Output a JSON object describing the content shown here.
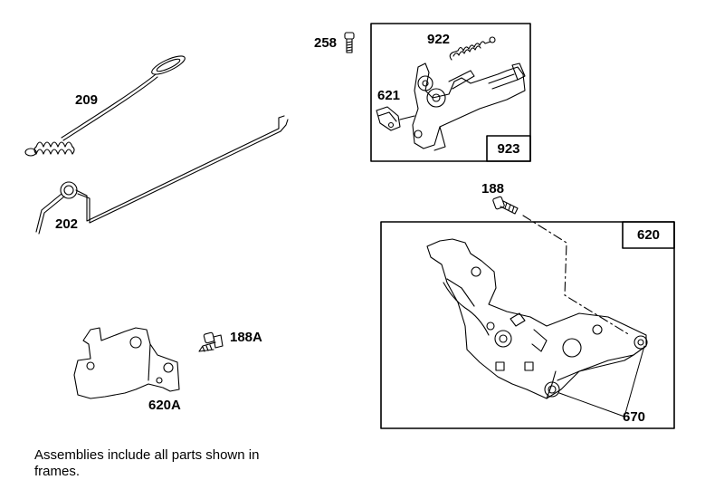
{
  "parts": {
    "p209": "209",
    "p202": "202",
    "p258": "258",
    "p922": "922",
    "p621": "621",
    "p923": "923",
    "p188": "188",
    "p620": "620",
    "p188a": "188A",
    "p620a": "620A",
    "p670": "670"
  },
  "note": "Assemblies include all parts shown in frames.",
  "colors": {
    "line": "#000000",
    "background": "#ffffff"
  }
}
